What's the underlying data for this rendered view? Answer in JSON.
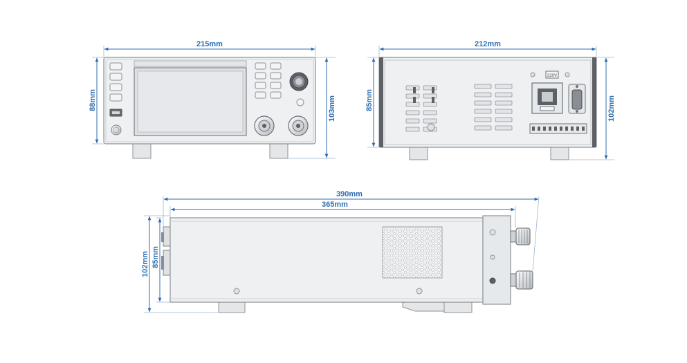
{
  "colors": {
    "dimension": "#2f6db0",
    "body_fill": "#e9ebed",
    "body_stroke": "#8e9296",
    "dark_panel": "#5d6165",
    "screen": "#dfe2e5",
    "accent": "#cfd3d7"
  },
  "front_view": {
    "width_label": "215mm",
    "height_label": "88mm",
    "total_height_label": "103mm"
  },
  "rear_view": {
    "width_label": "212mm",
    "height_label": "85mm",
    "total_height_label": "102mm",
    "voltage_label": "220V"
  },
  "side_view": {
    "total_length_label": "390mm",
    "body_length_label": "365mm",
    "total_height_label": "102mm",
    "body_height_label": "85mm"
  }
}
